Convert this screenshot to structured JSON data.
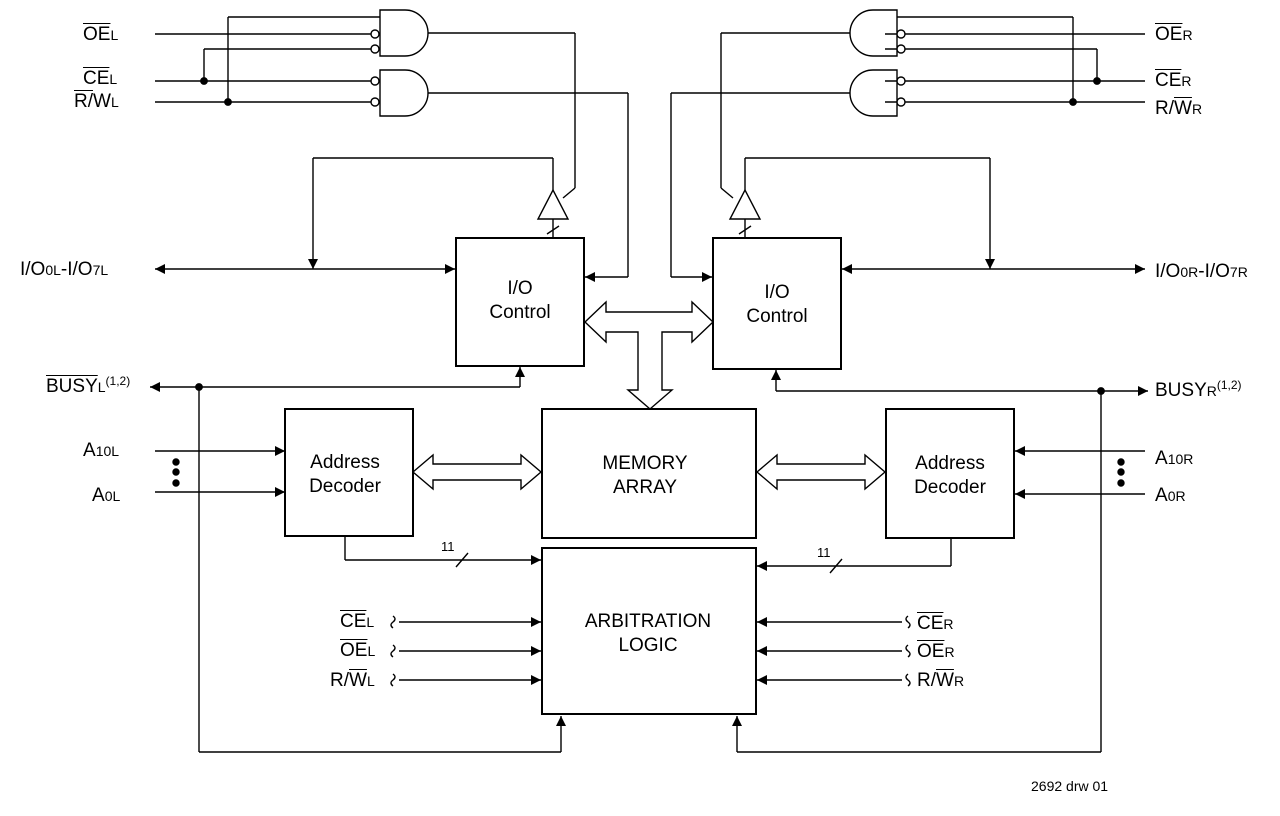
{
  "left_signals": {
    "oe": {
      "main": "OE",
      "sub": "L"
    },
    "ce": {
      "main": "CE",
      "sub": "L"
    },
    "rw": {
      "r": "R/",
      "w": "W",
      "sub": "L"
    },
    "io": {
      "a": "I/O",
      "a_sub": "0L",
      "dash": "-I/O",
      "b_sub": "7L"
    },
    "busy": {
      "main": "BUSY",
      "sub": "L",
      "sup": "(1,2)"
    },
    "a10": {
      "main": "A",
      "sub": "10L"
    },
    "a0": {
      "main": "A",
      "sub": "0L"
    }
  },
  "right_signals": {
    "oe": {
      "main": "OE",
      "sub": "R"
    },
    "ce": {
      "main": "CE",
      "sub": "R"
    },
    "rw": {
      "r": "R/",
      "w": "W",
      "sub": "R"
    },
    "io": {
      "a": "I/O",
      "a_sub": "0R",
      "dash": "-I/O",
      "b_sub": "7R"
    },
    "busy": {
      "main": "BUSY",
      "sub": "R",
      "sup": "(1,2)"
    },
    "a10": {
      "main": "A",
      "sub": "10R"
    },
    "a0": {
      "main": "A",
      "sub": "0R"
    }
  },
  "blocks": {
    "io_left": [
      "I/O",
      "Control"
    ],
    "io_right": [
      "I/O",
      "Control"
    ],
    "decoder_left": [
      "Address",
      "Decoder"
    ],
    "decoder_right": [
      "Address",
      "Decoder"
    ],
    "memory": [
      "MEMORY",
      "ARRAY"
    ],
    "arbitration": [
      "ARBITRATION",
      "LOGIC"
    ]
  },
  "bus_width_left": "11",
  "bus_width_right": "11",
  "arb_left": {
    "ce": {
      "main": "CE",
      "sub": "L"
    },
    "oe": {
      "main": "OE",
      "sub": "L"
    },
    "rw": {
      "r": "R/",
      "w": "W",
      "sub": "L"
    }
  },
  "arb_right": {
    "ce": {
      "main": "CE",
      "sub": "R"
    },
    "oe": {
      "main": "OE",
      "sub": "R"
    },
    "rw": {
      "r": "R/",
      "w": "W",
      "sub": "R"
    }
  },
  "drawing_id": "2692 drw 01"
}
